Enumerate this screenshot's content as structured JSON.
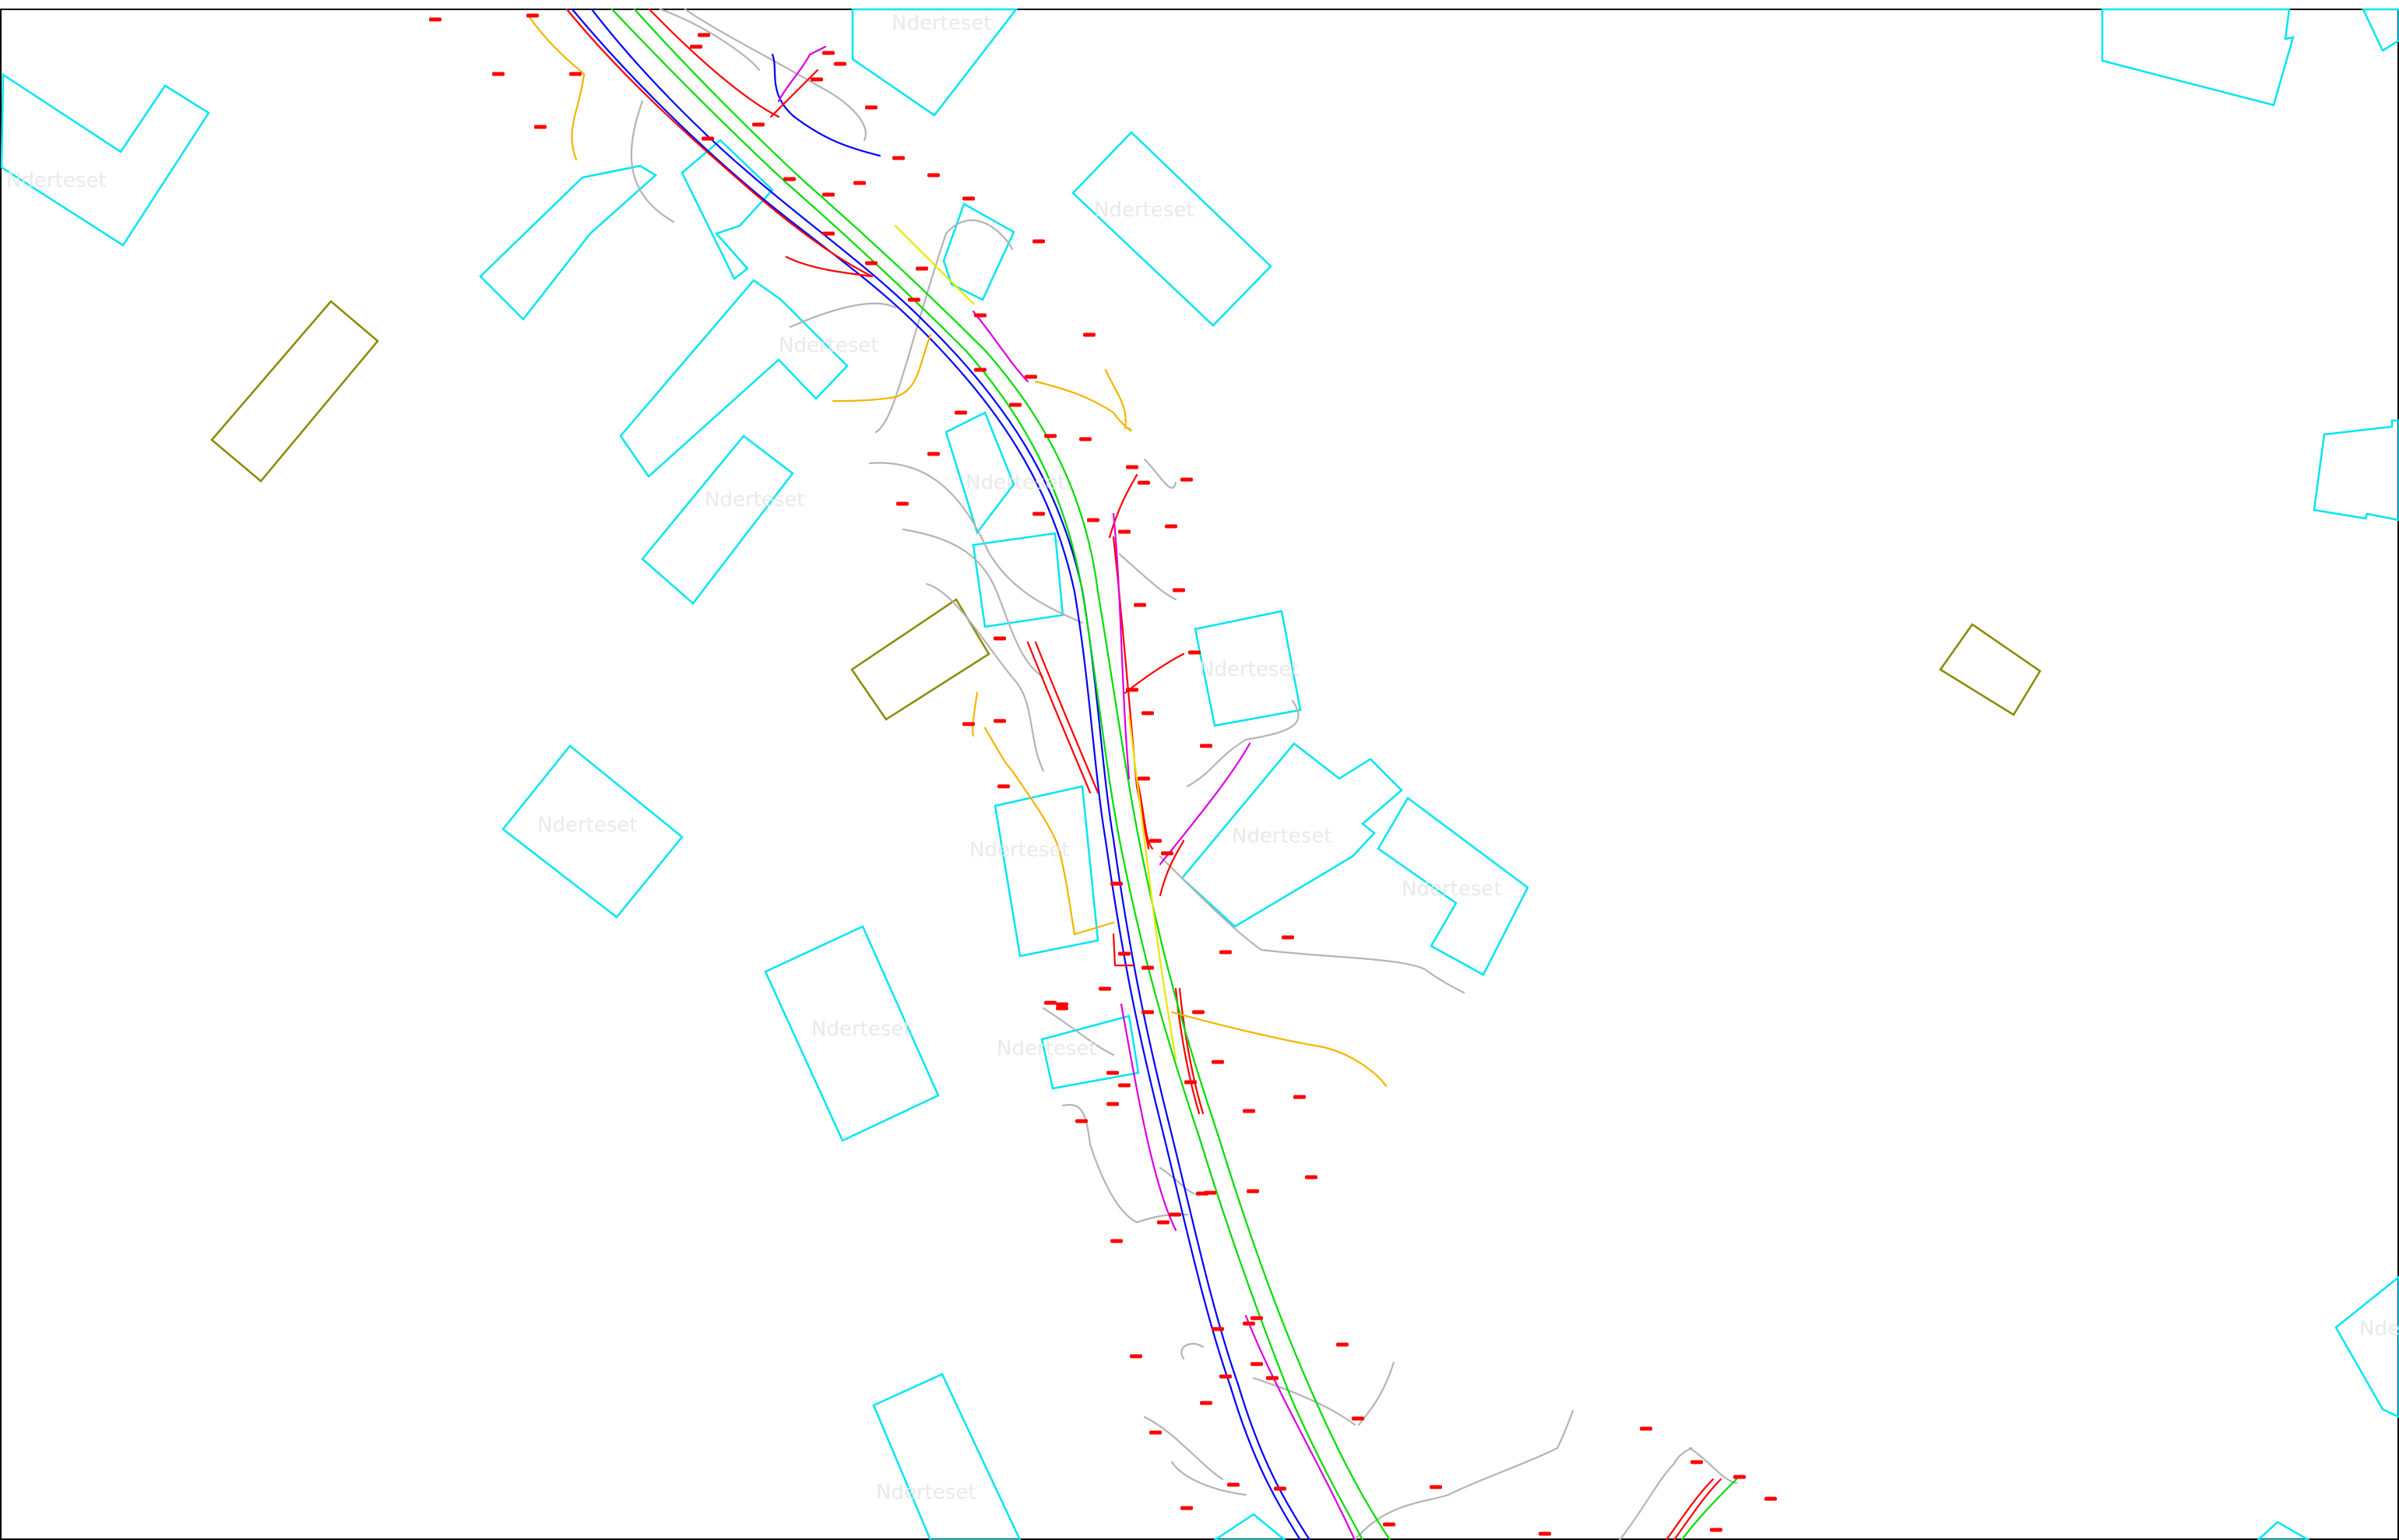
{
  "drawing": {
    "background": "#ffffff",
    "frame_color": "#000000"
  },
  "colors": {
    "building": "#00e5f2",
    "building_alt": "#8a8a00",
    "terrain": "#b4b4b4",
    "utility_red": "#ff0000",
    "utility_blue": "#0000ff",
    "utility_green": "#00dd00",
    "utility_magenta": "#dd00dd",
    "utility_orange": "#f5b400",
    "utility_yellow": "#e8e800",
    "point_marker": "#ff0000"
  },
  "building_labels": [
    "Nderteset",
    "Nderteset",
    "Nderteset",
    "Nderteset",
    "Nderteset",
    "Nderteset",
    "Nderteset",
    "Nderteset",
    "Nderteset",
    "Nderteset",
    "Nderteset",
    "Nderteset",
    "Nderteset",
    "Nderteset",
    "Nderteset"
  ],
  "points": {
    "marker": "red-point-icon",
    "labels": [
      "",
      "",
      "",
      "",
      "",
      "",
      "",
      "",
      "",
      "",
      "",
      "",
      "",
      "",
      "",
      "",
      "",
      "",
      "",
      "",
      "",
      "",
      "",
      "",
      "",
      "",
      "",
      "",
      "",
      "",
      "",
      "",
      "",
      "",
      "",
      "",
      "",
      "",
      "",
      "",
      "",
      "",
      "",
      "",
      "",
      "",
      "",
      "",
      "",
      "",
      "",
      "",
      "",
      "",
      "",
      "",
      "",
      "",
      "",
      ""
    ]
  }
}
